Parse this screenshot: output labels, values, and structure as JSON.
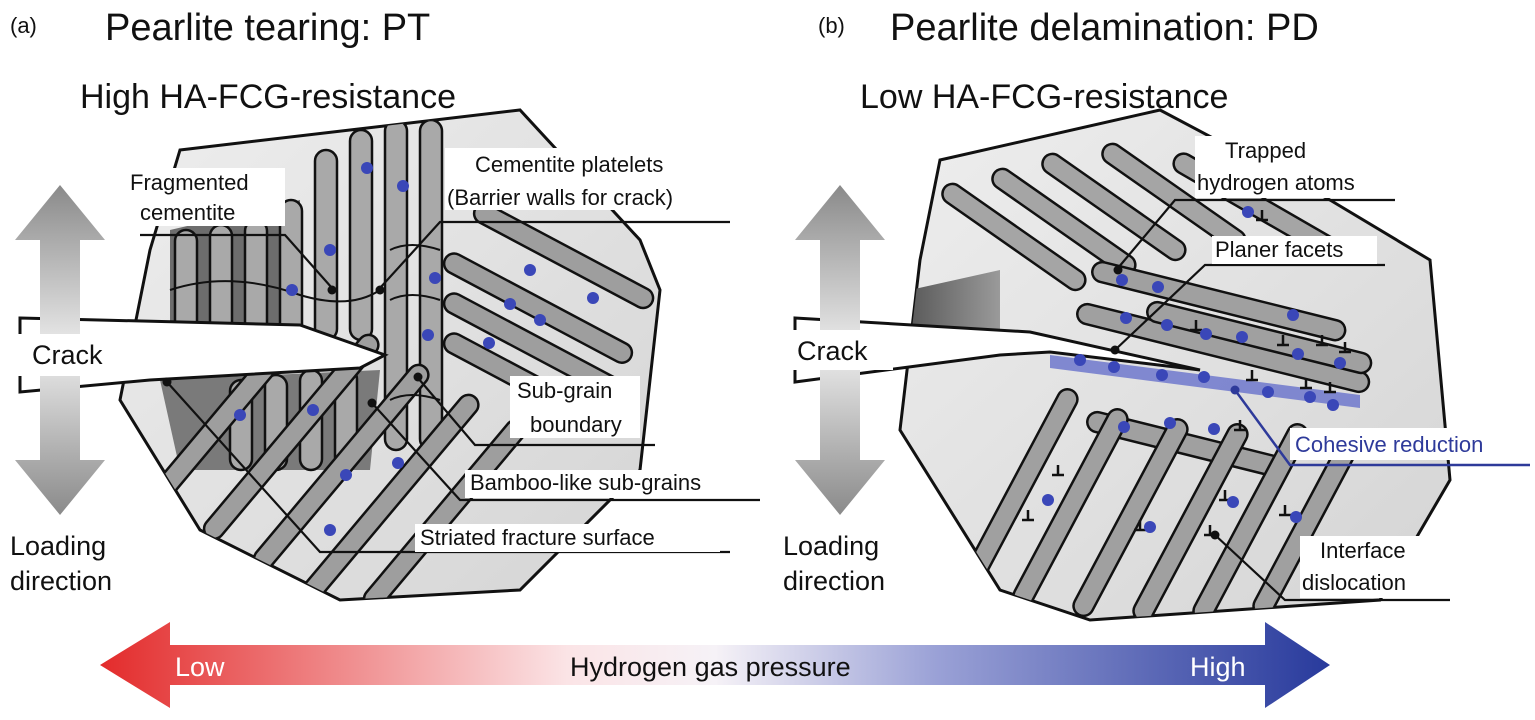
{
  "panel_a": {
    "letter": "(a)",
    "title": "Pearlite tearing: PT",
    "subtitle": "High HA-FCG-resistance",
    "labels": {
      "fragmented_line1": "Fragmented",
      "fragmented_line2": "cementite",
      "platelets_line1": "Cementite platelets",
      "platelets_line2": "(Barrier walls for crack)",
      "subgrain_line1": "Sub-grain",
      "subgrain_line2": "boundary",
      "bamboo": "Bamboo-like sub-grains",
      "striated": "Striated fracture surface",
      "crack": "Crack",
      "loading_line1": "Loading",
      "loading_line2": "direction"
    }
  },
  "panel_b": {
    "letter": "(b)",
    "title": "Pearlite delamination: PD",
    "subtitle": "Low HA-FCG-resistance",
    "labels": {
      "trapped_line1": "Trapped",
      "trapped_line2": "hydrogen atoms",
      "planer": "Planer facets",
      "cohesive": "Cohesive reduction",
      "interface_line1": "Interface",
      "interface_line2": "dislocation",
      "crack": "Crack",
      "loading_line1": "Loading",
      "loading_line2": "direction"
    }
  },
  "pressure_bar": {
    "low": "Low",
    "label": "Hydrogen gas pressure",
    "high": "High"
  },
  "colors": {
    "low_red": "#e53a3a",
    "mid_white": "#fbeaec",
    "high_blue": "#2c3c9e",
    "hydrogen_dot": "#3a47b8",
    "cohesive_blue": "#2e3a9a"
  }
}
